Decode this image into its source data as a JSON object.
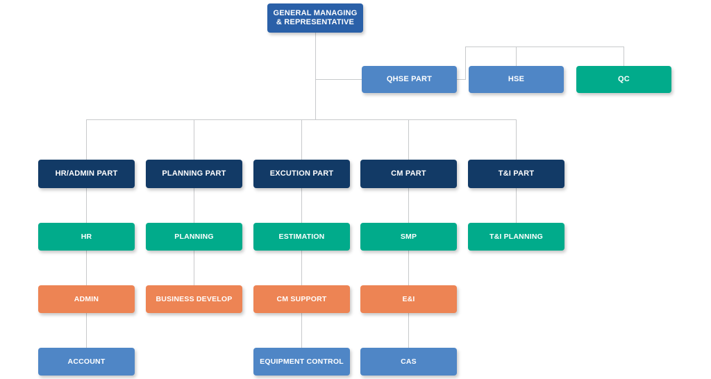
{
  "diagram": {
    "title": "Organization Chart",
    "colors": {
      "top_blue": "#2a60a8",
      "blue": "#4f86c6",
      "navy": "#123a66",
      "green": "#01ab8b",
      "orange": "#ed8454",
      "connector": "#c7c9cb",
      "background": "#ffffff",
      "text": "#ffffff"
    }
  },
  "nodes": {
    "root": {
      "label": "GENERAL MANAGING & REPRESENTATIVE",
      "color": "top_blue"
    },
    "qhse_part": {
      "label": "QHSE PART",
      "color": "blue"
    },
    "hse": {
      "label": "HSE",
      "color": "blue"
    },
    "qc": {
      "label": "QC",
      "color": "green"
    },
    "hr_admin_part": {
      "label": "HR/ADMIN PART",
      "color": "navy"
    },
    "planning_part": {
      "label": "PLANNING PART",
      "color": "navy"
    },
    "excution_part": {
      "label": "EXCUTION PART",
      "color": "navy"
    },
    "cm_part": {
      "label": "CM PART",
      "color": "navy"
    },
    "ti_part": {
      "label": "T&I PART",
      "color": "navy"
    },
    "hr": {
      "label": "HR",
      "color": "green"
    },
    "planning": {
      "label": "PLANNING",
      "color": "green"
    },
    "estimation": {
      "label": "ESTIMATION",
      "color": "green"
    },
    "smp": {
      "label": "SMP",
      "color": "green"
    },
    "ti_planning": {
      "label": "T&I PLANNING",
      "color": "green"
    },
    "admin": {
      "label": "ADMIN",
      "color": "orange"
    },
    "business_develop": {
      "label": "BUSINESS DEVELOP",
      "color": "orange"
    },
    "cm_support": {
      "label": "CM SUPPORT",
      "color": "orange"
    },
    "ei": {
      "label": "E&I",
      "color": "orange"
    },
    "account": {
      "label": "ACCOUNT",
      "color": "blue"
    },
    "equipment_control": {
      "label": "EQUIPMENT CONTROL",
      "color": "blue"
    },
    "cas": {
      "label": "CAS",
      "color": "blue"
    }
  },
  "hierarchy": {
    "root_children": [
      "qhse_part",
      "hr_admin_part",
      "planning_part",
      "excution_part",
      "cm_part",
      "ti_part"
    ],
    "qhse_part_children": [
      "hse",
      "qc"
    ],
    "columns": [
      {
        "head": "hr_admin_part",
        "chain": [
          "hr",
          "admin",
          "account"
        ]
      },
      {
        "head": "planning_part",
        "chain": [
          "planning",
          "business_develop"
        ]
      },
      {
        "head": "excution_part",
        "chain": [
          "estimation",
          "cm_support",
          "equipment_control"
        ]
      },
      {
        "head": "cm_part",
        "chain": [
          "smp",
          "ei",
          "cas"
        ]
      },
      {
        "head": "ti_part",
        "chain": [
          "ti_planning"
        ]
      }
    ]
  }
}
